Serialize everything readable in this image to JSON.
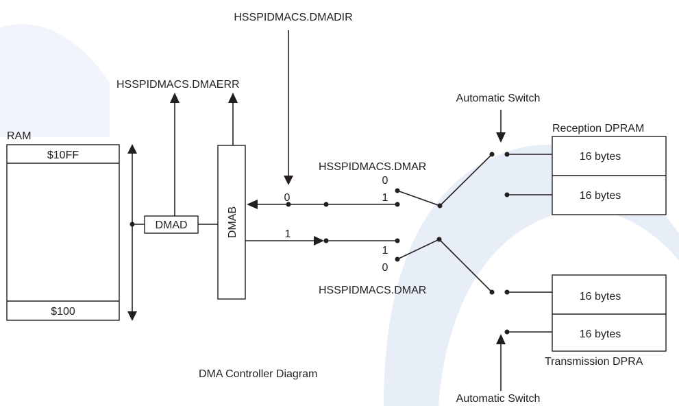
{
  "diagram": {
    "caption": "DMA Controller Diagram",
    "signals": {
      "dmadir": "HSSPIDMACS.DMADIR",
      "dmaerr": "HSSPIDMACS.DMAERR",
      "dmar_top": "HSSPIDMACS.DMAR",
      "dmar_bottom": "HSSPIDMACS.DMAR"
    },
    "ram": {
      "label": "RAM",
      "top_address": "$10FF",
      "bottom_address": "$100"
    },
    "blocks": {
      "dmad": "DMAD",
      "dmab": "DMAB"
    },
    "switch_values": {
      "receive_path_value": "0",
      "transmit_path_value": "1",
      "top_switch_upper": "0",
      "top_switch_lower": "1",
      "bottom_switch_upper": "1",
      "bottom_switch_lower": "0"
    },
    "automatic_switch_top": "Automatic Switch",
    "automatic_switch_bottom": "Automatic Switch",
    "reception_dpram": {
      "label": "Reception DPRAM",
      "cells": [
        "16 bytes",
        "16 bytes"
      ]
    },
    "transmission_dpram": {
      "label": "Transmission DPRA",
      "cells": [
        "16 bytes",
        "16 bytes"
      ]
    },
    "watermark_color": "#dde6f3"
  }
}
